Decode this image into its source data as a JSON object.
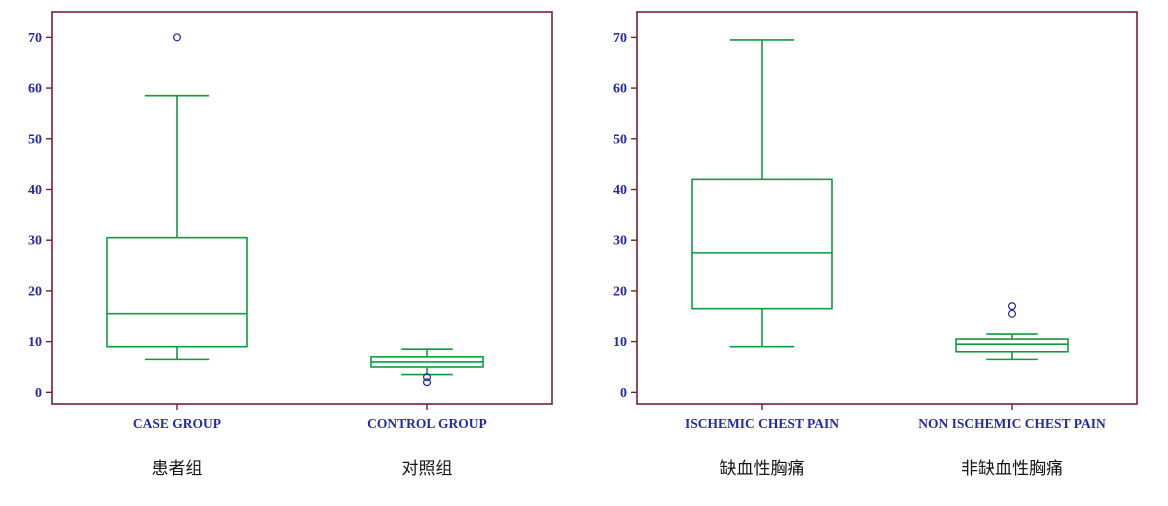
{
  "palette": {
    "frame": "#7a1f2e",
    "axis_text": "#2727ae",
    "box": "#0d9c3e",
    "outlier": "#22229e",
    "cjk_text": "#141414",
    "background": "#ffffff"
  },
  "chart_data": [
    {
      "type": "boxplot",
      "title": "",
      "xlabel": "",
      "ylabel": "",
      "grid": false,
      "legend": false,
      "axis_range": [
        -2.3,
        75
      ],
      "yticks": [
        0,
        10,
        20,
        30,
        40,
        50,
        60,
        70
      ],
      "categories": [
        "CASE GROUP",
        "CONTROL GROUP"
      ],
      "categories_cn": [
        "患者组",
        "对照组"
      ],
      "series": [
        {
          "name": "CASE GROUP",
          "name_cn": "患者组",
          "low": 6.5,
          "q1": 9,
          "median": 15.5,
          "q3": 30.5,
          "high": 58.5,
          "outliers": [
            70
          ]
        },
        {
          "name": "CONTROL GROUP",
          "name_cn": "对照组",
          "low": 3.5,
          "q1": 5,
          "median": 6,
          "q3": 7,
          "high": 8.5,
          "outliers": [
            3,
            2
          ]
        }
      ]
    },
    {
      "type": "boxplot",
      "title": "",
      "xlabel": "",
      "ylabel": "",
      "grid": false,
      "legend": false,
      "axis_range": [
        -2.3,
        75
      ],
      "yticks": [
        0,
        10,
        20,
        30,
        40,
        50,
        60,
        70
      ],
      "categories": [
        "ISCHEMIC CHEST PAIN",
        "NON ISCHEMIC CHEST PAIN"
      ],
      "categories_cn": [
        "缺血性胸痛",
        "非缺血性胸痛"
      ],
      "series": [
        {
          "name": "ISCHEMIC CHEST PAIN",
          "name_cn": "缺血性胸痛",
          "low": 9,
          "q1": 16.5,
          "median": 27.5,
          "q3": 42,
          "high": 69.5,
          "outliers": []
        },
        {
          "name": "NON ISCHEMIC CHEST PAIN",
          "name_cn": "非缺血性胸痛",
          "low": 6.5,
          "q1": 8,
          "median": 9.5,
          "q3": 10.5,
          "high": 11.5,
          "outliers": [
            15.5,
            17
          ]
        }
      ]
    }
  ]
}
